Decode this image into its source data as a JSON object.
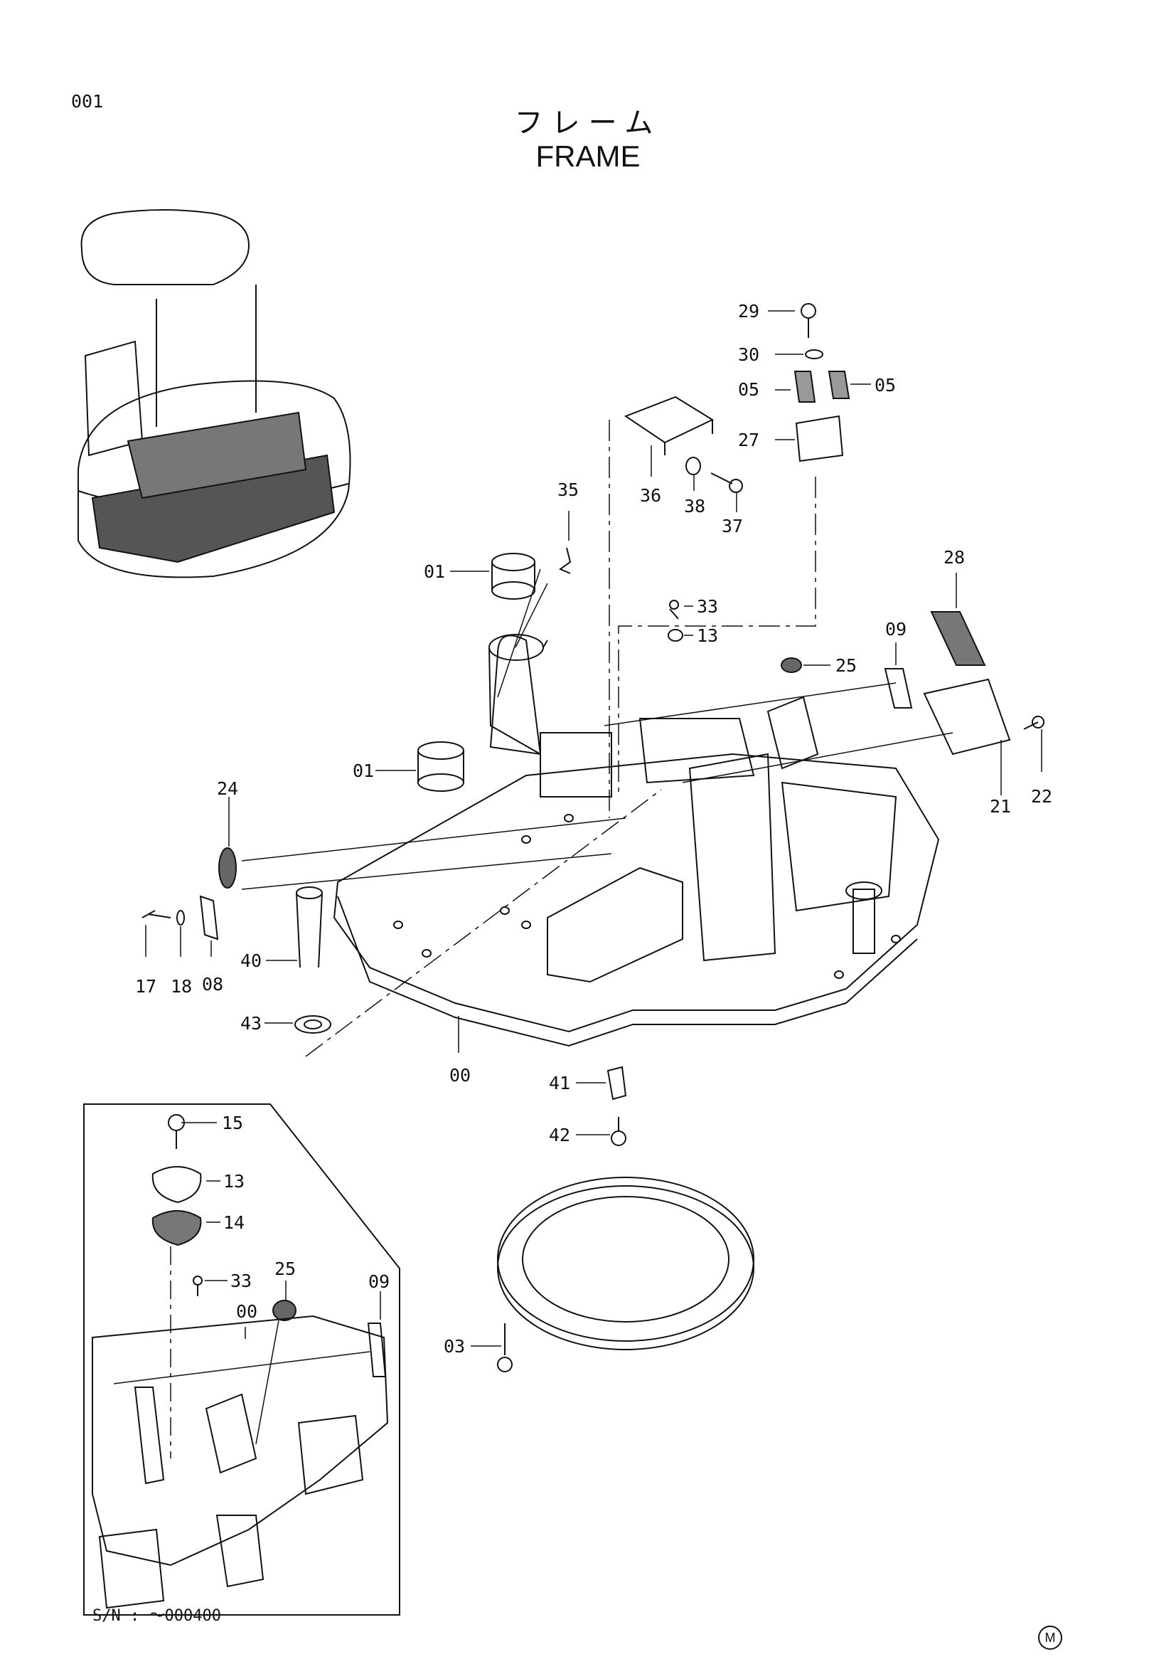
{
  "header": {
    "page_number": "001",
    "title_japanese": "フレーム",
    "title_english": "FRAME"
  },
  "callouts": {
    "c29": "29",
    "c30": "30",
    "c05a": "05",
    "c05b": "05",
    "c27": "27",
    "c36": "36",
    "c38": "38",
    "c37": "37",
    "c35": "35",
    "c01a": "01",
    "c33": "33",
    "c13": "13",
    "c28": "28",
    "c09": "09",
    "c25": "25",
    "c01b": "01",
    "c21": "21",
    "c22": "22",
    "c24": "24",
    "c17": "17",
    "c18": "18",
    "c08": "08",
    "c40": "40",
    "c43": "43",
    "c00": "00",
    "c41": "41",
    "c42": "42",
    "c03": "03"
  },
  "inset": {
    "callouts": {
      "c15": "15",
      "c13": "13",
      "c14": "14",
      "c33": "33",
      "c25": "25",
      "c00": "00",
      "c09": "09"
    },
    "serial_note": "S/N : ～000400"
  },
  "footer": {
    "mark": "M"
  }
}
